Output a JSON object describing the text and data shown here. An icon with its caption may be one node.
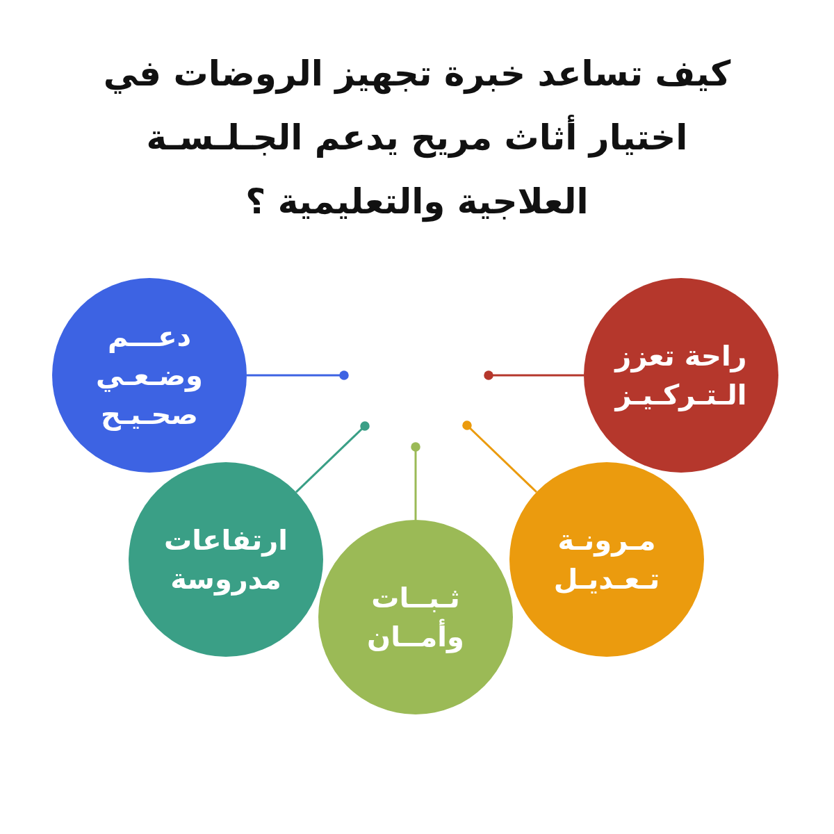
{
  "diagram": {
    "title": "كيف تساعد خبرة تجهيز الروضات في اختيار أثاث مريح يدعم الجـلـسـة العلاجية والتعليمية ؟",
    "nodes": [
      {
        "text": [
          "دعـــم وضـعـي صحـيـح"
        ]
      },
      {
        "text": [
          "راحة تعزز الـتـركـيـز"
        ]
      },
      {
        "text": [
          "ارتفاعات مدروسة"
        ]
      },
      {
        "text": [
          "ثـبــات وأمــان"
        ]
      },
      {
        "text": [
          "مـرونـة تـعـديـل"
        ]
      }
    ],
    "edges": [
      {
        "from": 0,
        "to": null,
        "arrow": "other",
        "color": "#3d63e3"
      },
      {
        "from": 1,
        "to": null,
        "arrow": "other",
        "color": "#b5372c"
      },
      {
        "from": 2,
        "to": null,
        "arrow": "other",
        "color": "#3a9f86"
      },
      {
        "from": 3,
        "to": null,
        "arrow": "other",
        "color": "#9bba56"
      },
      {
        "from": 4,
        "to": null,
        "arrow": "other",
        "color": "#eb9b0e"
      }
    ]
  }
}
